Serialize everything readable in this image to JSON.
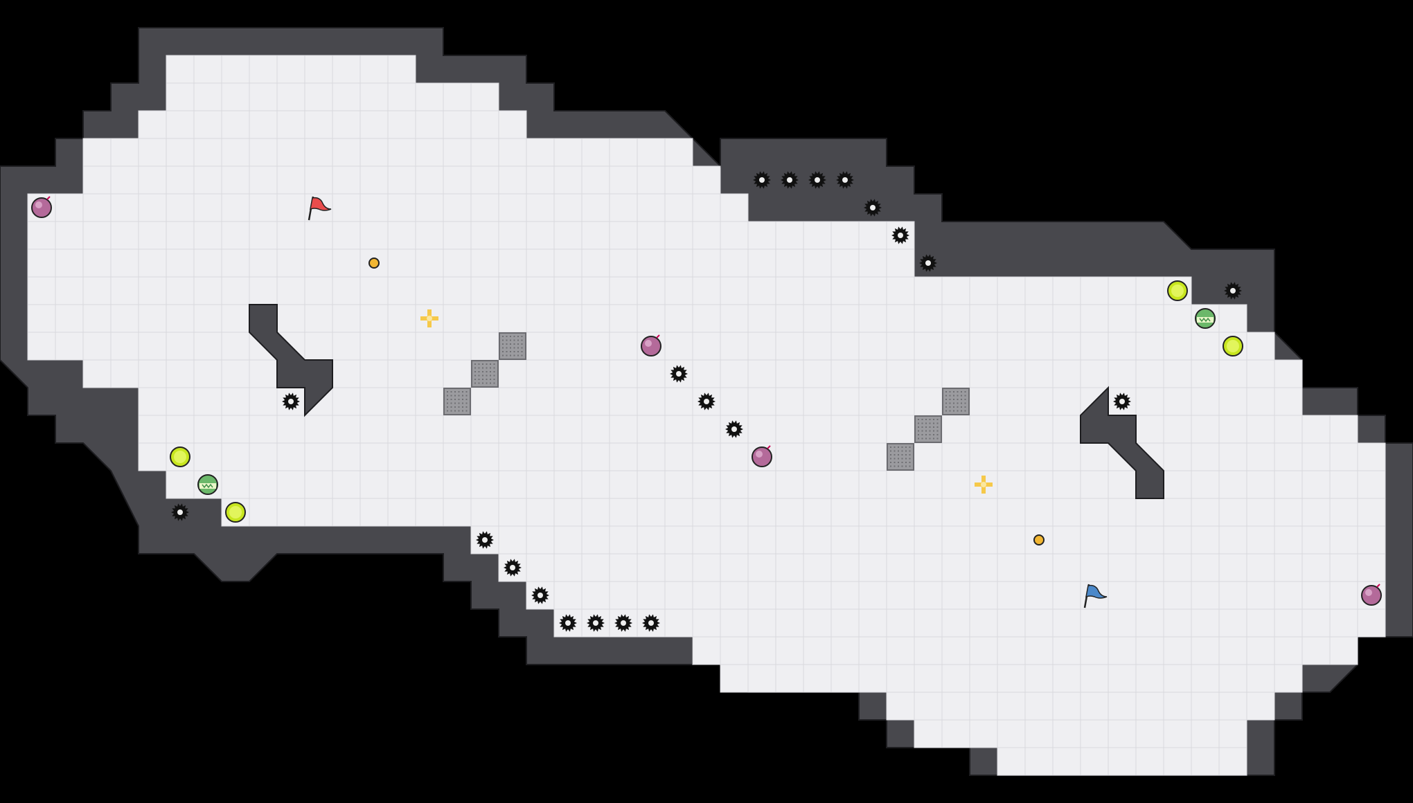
{
  "game": {
    "title": "",
    "board": {
      "cols": 50,
      "rows": 28,
      "floor_color": "#eeeeF1",
      "grid_color": "#d9d9de",
      "wall_color": "#48484d",
      "background_color": "#000000"
    },
    "teams": [
      {
        "team": "red",
        "flag_color": "#e94c4c"
      },
      {
        "team": "blue",
        "flag_color": "#4b88c9"
      }
    ],
    "pickup_types": {
      "spike": "spike-icon",
      "boost": "boost-icon",
      "powerup": "powerup-icon",
      "bomb": "bomb-icon",
      "portal": "portal-icon",
      "gate": "gate-icon",
      "flag": "flag-icon",
      "coin": "coin-icon"
    }
  }
}
